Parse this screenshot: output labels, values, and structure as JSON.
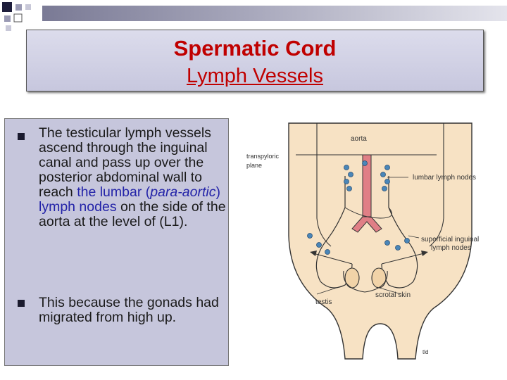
{
  "slide": {
    "title_line1": "Spermatic Cord",
    "title_line2": "Lymph Vessels"
  },
  "bullets": [
    {
      "parts": {
        "p1": "The testicular lymph vessels ascend through the inguinal canal and pass up over the posterior abdominal wall to reach ",
        "p2": "the lumbar (",
        "p3": "para-aortic",
        "p4": ") lymph nodes",
        "p5": " on the side of the aorta at the level of (L1)."
      }
    },
    {
      "text": "This because the gonads had migrated from high up."
    }
  ],
  "figure": {
    "labels": {
      "aorta": "aorta",
      "transpyloric": "transpyloric",
      "plane": "plane",
      "lumbar_nodes": "lumbar lymph nodes",
      "superficial1": "superficial inguinal",
      "superficial2": "lymph nodes",
      "testis": "testis",
      "scrotal_skin": "scrotal skin",
      "credit": "tld"
    },
    "colors": {
      "skin": "#f7e2c4",
      "aorta": "#e07f86",
      "node": "#4a86b8"
    }
  }
}
